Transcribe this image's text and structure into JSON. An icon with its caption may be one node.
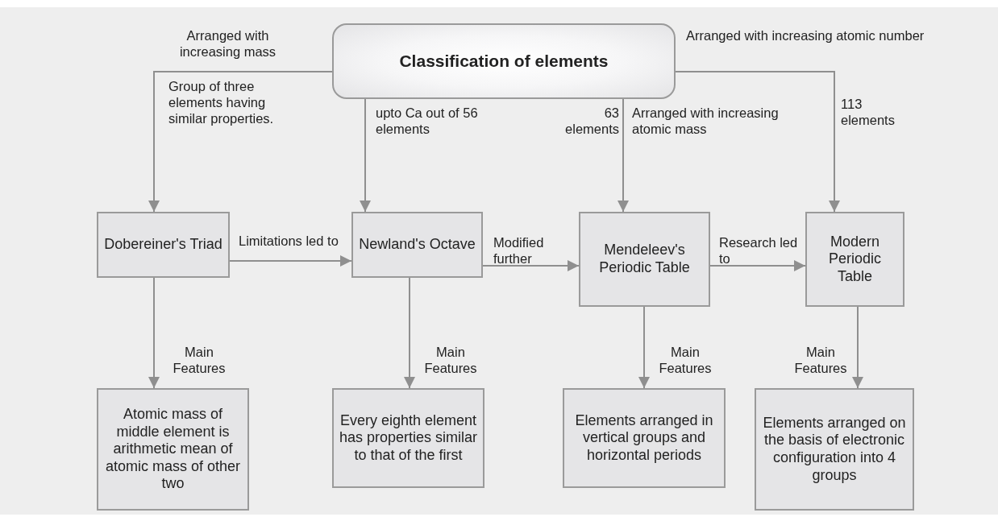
{
  "diagram": {
    "nodes": [
      {
        "text": [
          "Classification of elements"
        ]
      },
      {
        "text": [
          "Dobereiner's Triad"
        ]
      },
      {
        "text": [
          "Newland's Octave"
        ]
      },
      {
        "text": [
          "Mendeleev's Periodic Table"
        ]
      },
      {
        "text": [
          "Modern Periodic Table"
        ]
      },
      {
        "text": [
          "Atomic mass of middle element is arithmetic mean of atomic mass of other two"
        ]
      },
      {
        "text": [
          "Every eighth element has properties similar to that of the first"
        ]
      },
      {
        "text": [
          "Elements arranged in vertical groups and horizontal periods"
        ]
      },
      {
        "text": [
          "Elements arranged on the basis of electronic configuration into 4 groups"
        ]
      }
    ],
    "edges": [
      {
        "from": 0,
        "to": 1,
        "arrow": "to",
        "label": "Group of three elements having similar properties."
      },
      {
        "from": 0,
        "to": 2,
        "arrow": "to",
        "label": "upto Ca out of 56 elements"
      },
      {
        "from": 0,
        "to": 3,
        "arrow": "to",
        "label": "Arranged with increasing atomic mass"
      },
      {
        "from": 0,
        "to": 4,
        "arrow": "to",
        "label": "113 elements"
      },
      {
        "from": 1,
        "to": 2,
        "arrow": "to",
        "label": "Limitations led to"
      },
      {
        "from": 2,
        "to": 3,
        "arrow": "to",
        "label": "Modified further"
      },
      {
        "from": 3,
        "to": 4,
        "arrow": "to",
        "label": "Research led to"
      },
      {
        "from": 1,
        "to": 5,
        "arrow": "to",
        "label": "Main Features"
      },
      {
        "from": 2,
        "to": 6,
        "arrow": "to",
        "label": "Main Features"
      },
      {
        "from": 3,
        "to": 7,
        "arrow": "to",
        "label": "Main Features"
      },
      {
        "from": 4,
        "to": 8,
        "arrow": "to",
        "label": "Main Features"
      }
    ],
    "labels": [
      "Arranged with increasing mass",
      "Arranged with increasing atomic number",
      "63 elements"
    ]
  }
}
